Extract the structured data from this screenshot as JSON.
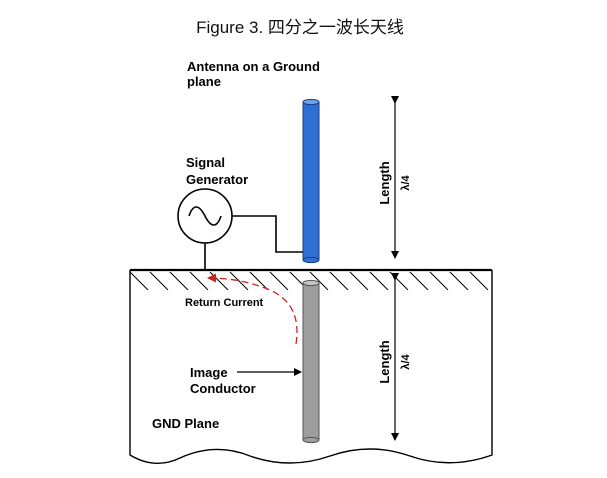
{
  "figure": {
    "title": "Figure 3. 四分之一波长天线"
  },
  "labels": {
    "antenna_line1": "Antenna on a Ground",
    "antenna_line2": "plane",
    "signal_line1": "Signal",
    "signal_line2": "Generator",
    "length_top": "Length",
    "lambda_top": "λ/4",
    "return_current": "Return Current",
    "image_line1": "Image",
    "image_line2": "Conductor",
    "length_bottom": "Length",
    "lambda_bottom": "λ/4",
    "gnd_plane": "GND Plane"
  },
  "colors": {
    "antenna": "#2f6fd3",
    "antenna_dark": "#1a3f80",
    "image_conductor": "#9e9e9e",
    "image_dark": "#555555",
    "return_current": "#d62020",
    "line": "#000000"
  }
}
